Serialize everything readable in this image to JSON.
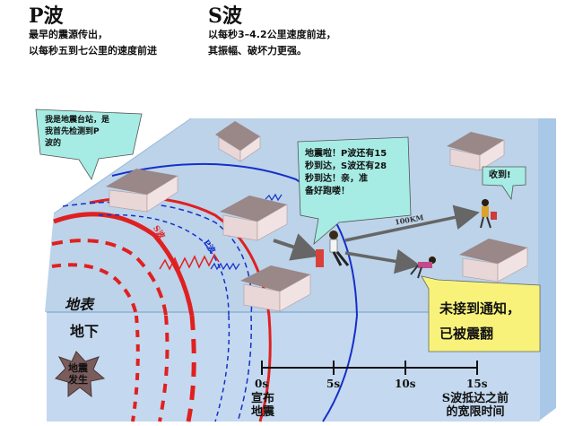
{
  "header": {
    "p_wave": {
      "title": "P波",
      "line1": "最早的震源传出，",
      "line2": "以每秒五到七公里的速度前进"
    },
    "s_wave": {
      "title": "S波",
      "line1": "以每秒3–4.2公里速度前进，",
      "line2": "其振幅、破坏力更强。"
    }
  },
  "bubbles": {
    "station": [
      "我是地震台站，是",
      "我首先检测到P",
      "波的"
    ],
    "warning": [
      "地震啦！P波还有15",
      "秒到达，S波还有28",
      "秒到达！亲，准",
      "备好跑喽！"
    ],
    "received": "收到!",
    "not_notified": [
      "未接到通知，",
      "已被震翻"
    ]
  },
  "labels": {
    "surface": "地表",
    "underground": "地下",
    "epicenter": [
      "地震",
      "发生"
    ],
    "s_wave": "S波",
    "p_wave": "P波",
    "distance": "100KM"
  },
  "timeline": {
    "ticks": [
      "0s",
      "5s",
      "10s",
      "15s"
    ],
    "announce": [
      "宣布",
      "地震"
    ],
    "window": [
      "S波抵达之前",
      "的宽限时间"
    ]
  },
  "colors": {
    "ground_top": "#bcd3ea",
    "ground_side": "#a9c7e6",
    "underground": "#c4d9ef",
    "s_wave": "#e02020",
    "p_wave": "#1530c8",
    "bubble_teal": "#a6ece4",
    "bubble_yellow": "#f8f27a",
    "house_wall": "#e9d6d6",
    "house_roof": "#9a8787"
  }
}
